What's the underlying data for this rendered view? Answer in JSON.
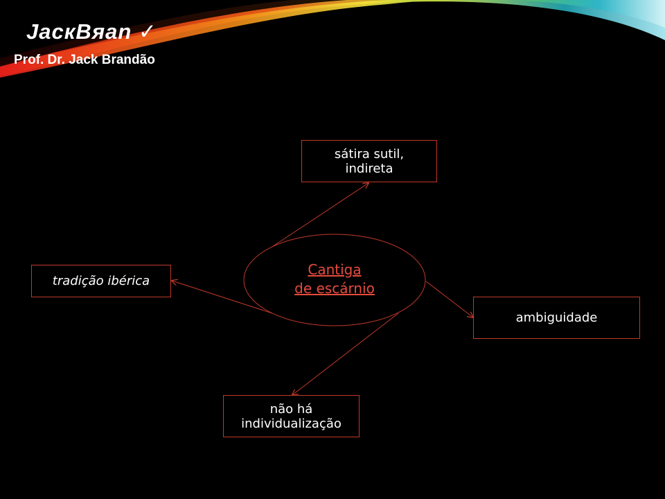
{
  "header": {
    "brand": "JacкBяan ✓",
    "subtitle": "Prof. Dr. Jack Brandão"
  },
  "diagram": {
    "center": {
      "line1": "Cantiga",
      "line2": "de escárnio"
    },
    "nodes": {
      "top": {
        "line1": "sátira sutil,",
        "line2": "indireta"
      },
      "left": {
        "line1": "tradição ibérica"
      },
      "right": {
        "line1": "ambiguidade"
      },
      "bottom": {
        "line1": "não há",
        "line2": "individualização"
      }
    }
  },
  "colors": {
    "background": "#000000",
    "accent": "#c0392b",
    "center_text": "#e74c3c",
    "text": "#ffffff"
  }
}
